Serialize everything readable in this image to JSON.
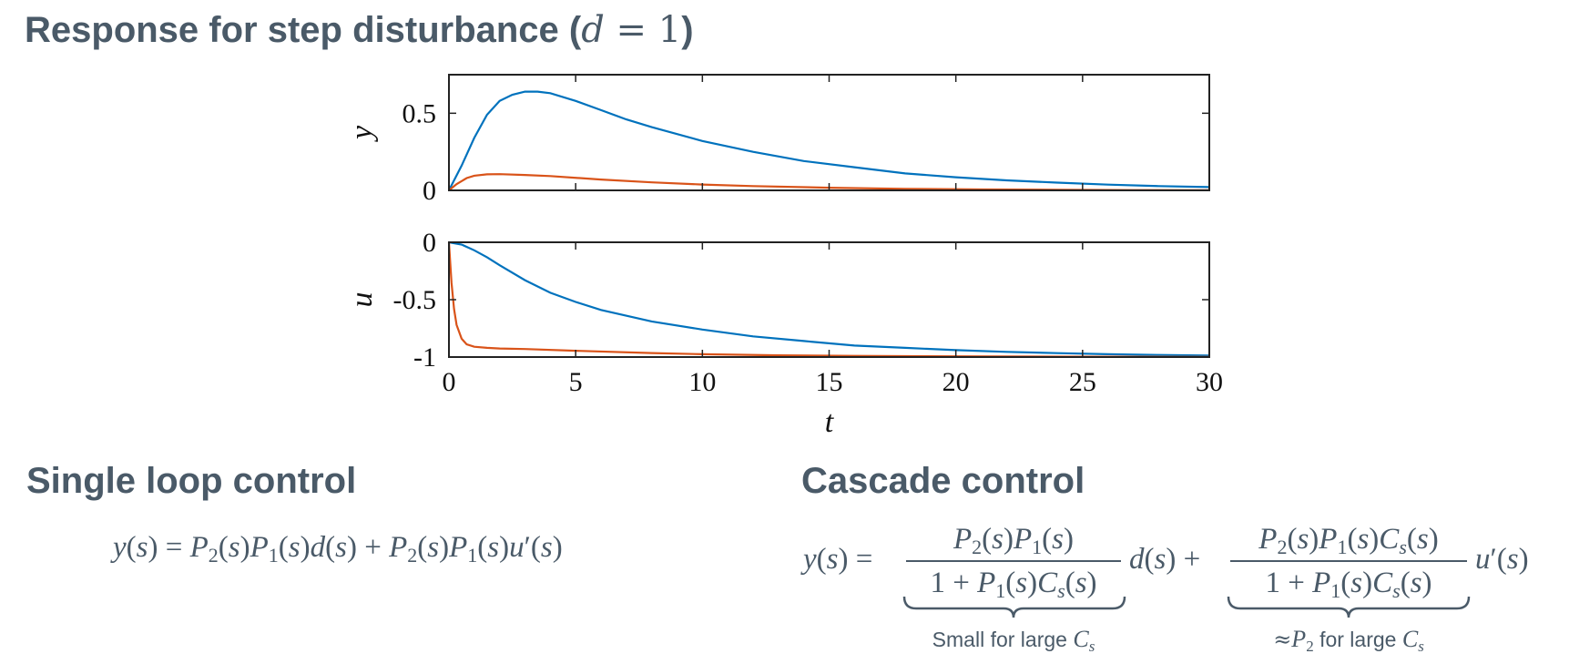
{
  "title": {
    "text": "Response for step disturbance (",
    "math_var": "d",
    "math_rest": " = 1",
    "close": ")"
  },
  "sections": {
    "single": {
      "heading": "Single loop control"
    },
    "cascade": {
      "heading": "Cascade control",
      "brace1_label_prefix": "Small for large ",
      "brace1_label_symbol": "C",
      "brace1_label_sub": "s",
      "brace2_label_prefix": "≈",
      "brace2_label_symbol": "P",
      "brace2_label_sub": "2",
      "brace2_label_suffix": " for large ",
      "brace2_label_symbol2": "C",
      "brace2_label_sub2": "s"
    }
  },
  "colors": {
    "series1": "#0072bd",
    "series2": "#d95319",
    "text_heading": "#4a5a68"
  },
  "chart_data": [
    {
      "type": "line",
      "ylabel": "y",
      "xlim": [
        0,
        30
      ],
      "ylim": [
        0,
        0.75
      ],
      "yticks": [
        0,
        0.5
      ],
      "ytick_labels": [
        "0",
        "0.5"
      ],
      "xticks": [
        0,
        5,
        10,
        15,
        20,
        25,
        30
      ],
      "xtick_labels": [],
      "series": [
        {
          "color": "#0072bd",
          "x": [
            0,
            0.5,
            1,
            1.5,
            2,
            2.5,
            3,
            3.5,
            4,
            5,
            6,
            7,
            8,
            10,
            12,
            14,
            16,
            18,
            20,
            22,
            24,
            26,
            28,
            30
          ],
          "y": [
            0,
            0.16,
            0.34,
            0.49,
            0.58,
            0.62,
            0.64,
            0.64,
            0.63,
            0.58,
            0.52,
            0.46,
            0.41,
            0.32,
            0.25,
            0.19,
            0.15,
            0.11,
            0.085,
            0.065,
            0.05,
            0.037,
            0.028,
            0.021
          ]
        },
        {
          "color": "#d95319",
          "x": [
            0,
            0.3,
            0.7,
            1,
            1.5,
            2,
            3,
            4,
            6,
            8,
            10,
            12,
            15,
            18,
            21,
            24,
            27,
            30
          ],
          "y": [
            0,
            0.04,
            0.08,
            0.095,
            0.104,
            0.105,
            0.1,
            0.093,
            0.07,
            0.052,
            0.038,
            0.028,
            0.017,
            0.01,
            0.006,
            0.004,
            0.002,
            0.001
          ]
        }
      ]
    },
    {
      "type": "line",
      "ylabel": "u",
      "xlabel": "t",
      "xlim": [
        0,
        30
      ],
      "ylim": [
        -1,
        0
      ],
      "yticks": [
        0,
        -0.5,
        -1
      ],
      "ytick_labels": [
        "0",
        "-0.5",
        "-1"
      ],
      "xticks": [
        0,
        5,
        10,
        15,
        20,
        25,
        30
      ],
      "xtick_labels": [
        "0",
        "5",
        "10",
        "15",
        "20",
        "25",
        "30"
      ],
      "series": [
        {
          "color": "#0072bd",
          "x": [
            0,
            0.5,
            1,
            1.5,
            2,
            3,
            4,
            5,
            6,
            8,
            10,
            12,
            14,
            16,
            18,
            20,
            22,
            24,
            26,
            28,
            30
          ],
          "y": [
            0,
            -0.02,
            -0.07,
            -0.13,
            -0.2,
            -0.33,
            -0.44,
            -0.52,
            -0.59,
            -0.69,
            -0.76,
            -0.82,
            -0.86,
            -0.9,
            -0.92,
            -0.94,
            -0.955,
            -0.966,
            -0.975,
            -0.982,
            -0.987
          ]
        },
        {
          "color": "#d95319",
          "x": [
            0,
            0.1,
            0.2,
            0.3,
            0.5,
            0.7,
            1,
            1.5,
            2,
            3,
            5,
            8,
            10,
            13,
            16,
            20,
            25,
            30
          ],
          "y": [
            0,
            -0.35,
            -0.58,
            -0.72,
            -0.84,
            -0.89,
            -0.91,
            -0.92,
            -0.925,
            -0.93,
            -0.945,
            -0.965,
            -0.975,
            -0.985,
            -0.99,
            -0.994,
            -0.997,
            -0.999
          ]
        }
      ]
    }
  ]
}
